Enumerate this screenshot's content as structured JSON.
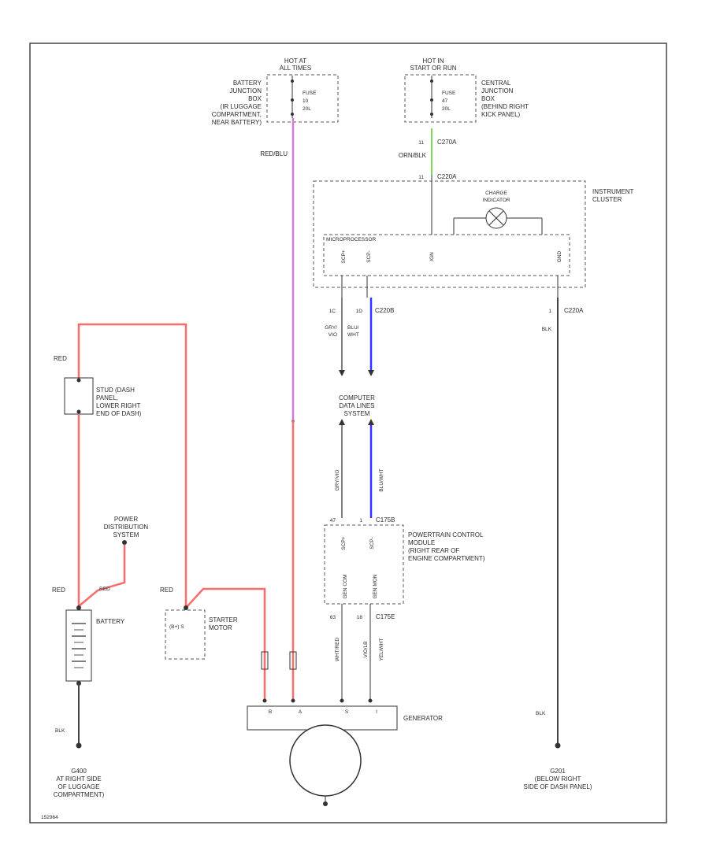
{
  "hot_at_all_times": [
    "HOT AT",
    "ALL TIMES"
  ],
  "hot_in_start_or_run": [
    "HOT IN",
    "START OR RUN"
  ],
  "battery_junction_box": [
    "BATTERY",
    "JUNCTION",
    "BOX",
    "(IR LUGGAGE",
    "COMPARTMENT,",
    "NEAR BATTERY)"
  ],
  "fuse_left": [
    "FUSE",
    "10",
    "20L"
  ],
  "fuse_right": [
    "FUSE",
    "47",
    "20L"
  ],
  "central_junction_box": [
    "CENTRAL",
    "JUNCTION",
    "BOX",
    "(BEHIND RIGHT",
    "KICK PANEL)"
  ],
  "red_blu_wire": "RED/BLU",
  "c270a": "C270A",
  "org_blk": "ORN/BLK",
  "c220a_top": "C220A",
  "instrument_cluster": [
    "INSTRUMENT",
    "CLUSTER"
  ],
  "charge_indicator": [
    "CHARGE",
    "INDICATOR"
  ],
  "microprocessor": "MICROPROCESSOR",
  "mp_pin_labels": [
    "SCP+",
    "SCP-",
    "IGN",
    "GND"
  ],
  "cluster_pins_left": [
    "1C",
    "1D"
  ],
  "c220b": "C220B",
  "cluster_pin_right": "1",
  "c220a_right": "C220A",
  "wire_gry_wht": [
    "GRY/",
    "VIO"
  ],
  "wire_blu_wht": [
    "BLU/",
    "WHT"
  ],
  "blk_right_top": "BLK",
  "computer_data_lines": [
    "COMPUTER",
    "DATA LINES",
    "SYSTEM"
  ],
  "pcm_wires": [
    "GRY/VIO",
    "BLU/WHT"
  ],
  "c175b_pins": [
    "47",
    "1"
  ],
  "c175b": "C175B",
  "pcm_pin_labels": [
    "SCP+",
    "SCP-"
  ],
  "pcm": [
    "POWERTRAIN CONTROL",
    "MODULE",
    "(RIGHT REAR OF",
    "ENGINE COMPARTMENT)"
  ],
  "pcm_lower_pins": [
    "GEN COM",
    "GEN MON"
  ],
  "c175e_pins": [
    "63",
    "18"
  ],
  "c175e": "C175E",
  "gen_wires": [
    "WHT/RED",
    "VIO/LB",
    "YEL/WHT"
  ],
  "red_top": "RED",
  "stud_dash": [
    "STUD (DASH",
    "PANEL,",
    "LOWER RIGHT",
    "END OF DASH)"
  ],
  "power_dist": [
    "POWER",
    "DISTRIBUTION",
    "SYSTEM"
  ],
  "red_batt": "RED",
  "red_batt_right": "RED",
  "battery_label": "BATTERY",
  "red_starter": "RED",
  "starter_motor": [
    "STARTER",
    "MOTOR"
  ],
  "starter_internal": "(B+) S",
  "generator_label": "GENERATOR",
  "gen_pins": [
    "B",
    "A",
    "S",
    "I"
  ],
  "blk_left": "BLK",
  "g400": [
    "G400",
    "AT RIGHT SIDE",
    "OF LUGGAGE",
    "COMPARTMENT)"
  ],
  "blk_right": "BLK",
  "g201": [
    "G201",
    "(BELOW RIGHT",
    "SIDE OF DASH PANEL)"
  ],
  "diagram_id": "152964",
  "colors": {
    "red_wire": "#ff6b6b",
    "violet_wire": "#d67ad6",
    "green_wire": "#7ed957",
    "blue_wire": "#3333ff",
    "black_wire": "#444444"
  }
}
